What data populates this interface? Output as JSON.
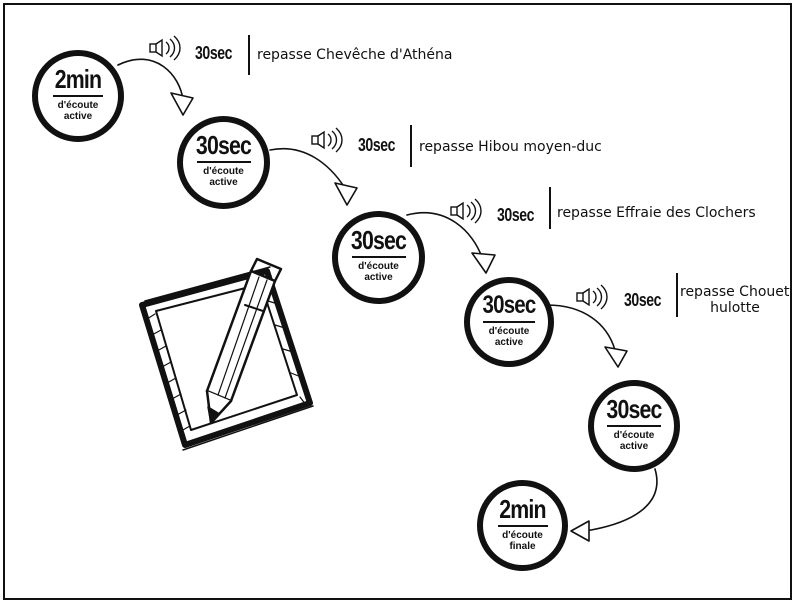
{
  "steps": [
    {
      "duration": "2min",
      "label_line1": "d'écoute",
      "label_line2": "active"
    },
    {
      "duration": "30sec",
      "label_line1": "d'écoute",
      "label_line2": "active"
    },
    {
      "duration": "30sec",
      "label_line1": "d'écoute",
      "label_line2": "active"
    },
    {
      "duration": "30sec",
      "label_line1": "d'écoute",
      "label_line2": "active"
    },
    {
      "duration": "30sec",
      "label_line1": "d'écoute",
      "label_line2": "active"
    },
    {
      "duration": "2min",
      "label_line1": "d'écoute",
      "label_line2": "finale"
    }
  ],
  "playbacks": [
    {
      "duration": "30sec",
      "text": "repasse Chevêche d'Athéna"
    },
    {
      "duration": "30sec",
      "text": "repasse Hibou moyen-duc"
    },
    {
      "duration": "30sec",
      "text": "repasse Effraie des Clochers"
    },
    {
      "duration": "30sec",
      "text_line1": "repasse Chouette",
      "text_line2": "hulotte"
    }
  ],
  "icons": {
    "speaker": "speaker-icon",
    "notepad": "notepad-pencil-icon"
  }
}
